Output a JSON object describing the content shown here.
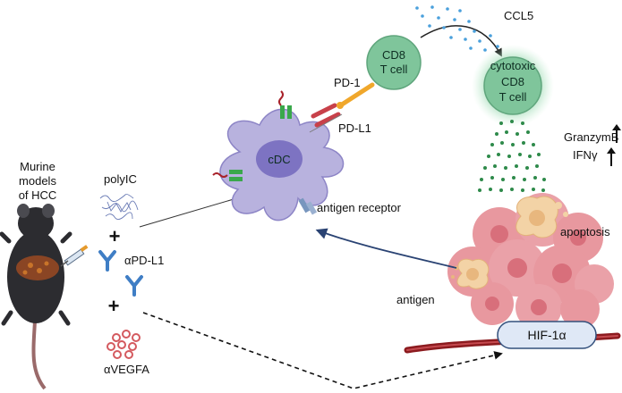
{
  "labels": {
    "mouse_title": [
      "Murine",
      "models",
      "of HCC"
    ],
    "polyic": "polyIC",
    "plus": "+",
    "apd_l1": "αPD-L1",
    "avegfa": "αVEGFA",
    "cdc": "cDC",
    "pd1": "PD-1",
    "pdl1": "PD-L1",
    "antigen_receptor": "antigen receptor",
    "cd8_cell": [
      "CD8",
      "T cell"
    ],
    "cytotoxic_cell": [
      "cytotoxic",
      "CD8",
      "T cell"
    ],
    "ccl5": "CCL5",
    "granzymb": "GranzymB",
    "ifng": "IFNγ",
    "apoptosis": "apoptosis",
    "antigen": "antigen",
    "hif": "HIF-1α"
  },
  "colors": {
    "dc_fill": "#b8b2de",
    "dc_nucleus": "#7d73c2",
    "tcell_fill": "#7fc59b",
    "tcell_glow": "#b9e5c9",
    "tumor": "#e8989f",
    "tumor_core": "#d86f7b",
    "antibody": "#3f7ec5",
    "vessel": "#8c1b1f",
    "hif_fill": "#dfe8f6",
    "hif_stroke": "#33507c",
    "ccl5_dots": "#4aa0dc",
    "granzyme_dots": "#2e8a4a",
    "arrow_blue": "#2a4373",
    "pd1": "#f0a72b",
    "pdl1": "#c8414a",
    "mhc": "#3aa84b"
  }
}
